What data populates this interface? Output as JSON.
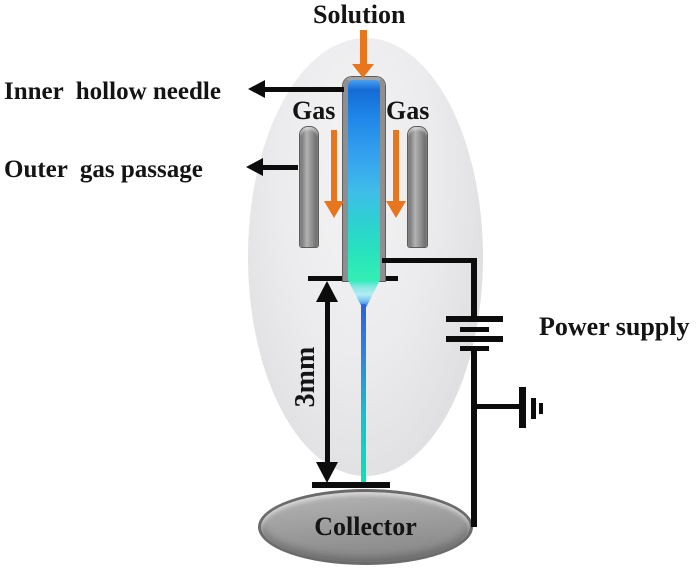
{
  "diagram": {
    "type": "coaxial-gas-assisted-electrospinning-schematic",
    "labels": {
      "solution": "Solution",
      "inner_needle": "Inner  hollow needle",
      "gas_left": "Gas",
      "gas_right": "Gas",
      "outer_gas_passage": "Outer  gas passage",
      "gap_distance": "3mm",
      "power_supply": "Power supply",
      "collector": "Collector"
    },
    "icons": {
      "solution_flow": "down-arrow",
      "gas_flow_left": "down-arrow",
      "gas_flow_right": "down-arrow",
      "inner_needle_pointer": "left-arrow",
      "outer_gas_pointer": "left-arrow",
      "distance_measure": "double-headed-vertical-arrow",
      "power_source": "battery-symbol",
      "ground": "earth-ground-symbol"
    },
    "colors": {
      "flow_arrow_orange": "#E8761E",
      "needle_blue_top": "#156BD6",
      "needle_teal_bottom": "#33EFB3",
      "jet_blue_top": "#2C62DD",
      "jet_teal_bottom": "#04E6B4",
      "chamber_gray": "#E9E9EB",
      "passage_bar_gray": "#8E8E8E",
      "collector_gray": "#979797",
      "wire_black": "#0C0C0C",
      "text_black": "#141414"
    }
  }
}
